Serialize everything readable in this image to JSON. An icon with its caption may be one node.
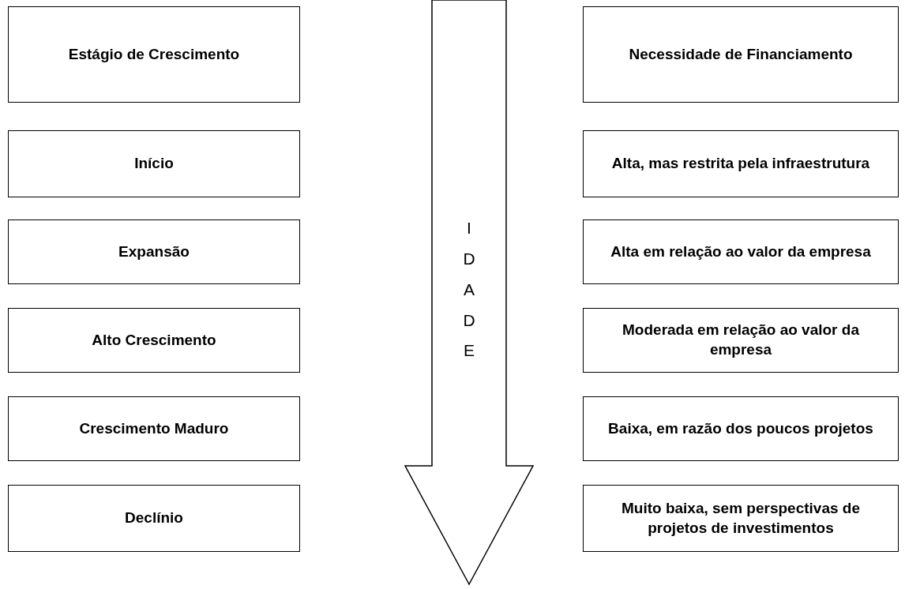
{
  "diagram": {
    "nodes": [
      {
        "text": [
          "Estágio de Crescimento"
        ]
      },
      {
        "text": [
          "Necessidade de Financiamento"
        ]
      },
      {
        "text": [
          "Início"
        ]
      },
      {
        "text": [
          "Alta, mas restrita pela infraestrutura"
        ]
      },
      {
        "text": [
          "Expansão"
        ]
      },
      {
        "text": [
          "Alta em relação ao valor da empresa"
        ]
      },
      {
        "text": [
          "Alto Crescimento"
        ]
      },
      {
        "text": [
          "Moderada em relação ao valor da empresa"
        ]
      },
      {
        "text": [
          "Crescimento Maduro"
        ]
      },
      {
        "text": [
          "Baixa, em razão dos poucos projetos"
        ]
      },
      {
        "text": [
          "Declínio"
        ]
      },
      {
        "text": [
          "Muito baixa, sem perspectivas de projetos de investimentos"
        ]
      },
      {
        "text": [
          "IDADE"
        ]
      }
    ],
    "edges": []
  }
}
